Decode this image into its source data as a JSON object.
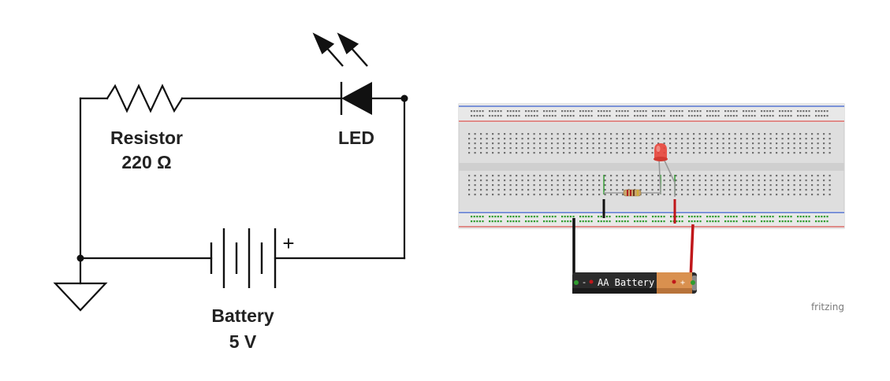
{
  "schematic": {
    "resistor_label": "Resistor",
    "resistor_value": "220 Ω",
    "led_label": "LED",
    "battery_label": "Battery",
    "battery_value": "5 V",
    "battery_plus": "+"
  },
  "breadboard": {
    "battery_text": "AA Battery",
    "battery_minus": "-",
    "battery_plus": "+",
    "brand": "fritzing"
  },
  "colors": {
    "wire": "#111111",
    "red_wire": "#c0171a",
    "rail_red": "#d9534f",
    "rail_blue": "#3a5fcd",
    "hole_green": "#2e9c2e",
    "led_red": "#e8443a",
    "battery_copper": "#d9904f"
  }
}
